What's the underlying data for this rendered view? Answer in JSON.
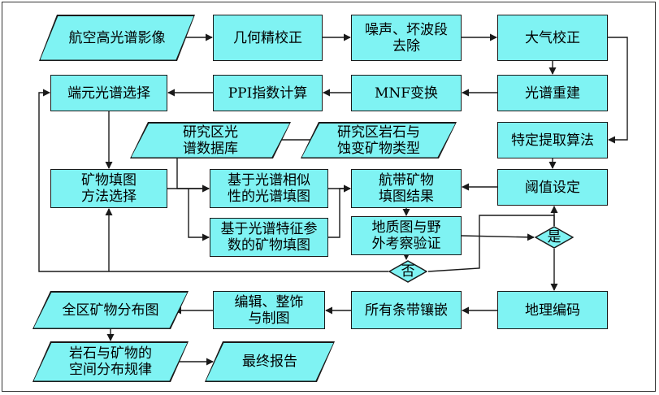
{
  "chart_data": {
    "type": "flowchart",
    "nodes": {
      "n1": "航空高光谱影像",
      "n2": "几何精校正",
      "n3": "噪声、坏波段\n去除",
      "n4": "大气校正",
      "n5": "光谱重建",
      "n6": "特定提取算法",
      "n7": "MNF变换",
      "n8": "PPI指数计算",
      "n9": "端元光谱选择",
      "n10": "研究区光\n谱数据库",
      "n11": "研究区岩石与\n蚀变矿物类型",
      "n12": "矿物填图\n方法选择",
      "n13": "基于光谱相似\n性的光谱填图",
      "n14": "基于光谱特征参\n数的矿物填图",
      "n15": "航带矿物\n填图结果",
      "n16": "阈值设定",
      "n17": "地质图与野\n外考察验证",
      "n18": "是",
      "n19": "否",
      "n20": "地理编码",
      "n21": "所有条带镶嵌",
      "n22": "编辑、整饰\n与制图",
      "n23": "全区矿物分布图",
      "n24": "岩石与矿物的\n空间分布规律",
      "n25": "最终报告"
    },
    "edges": [
      [
        "n1",
        "n2"
      ],
      [
        "n2",
        "n3"
      ],
      [
        "n3",
        "n4"
      ],
      [
        "n4",
        "n5"
      ],
      [
        "n4",
        "n6"
      ],
      [
        "n5",
        "n7"
      ],
      [
        "n7",
        "n8"
      ],
      [
        "n8",
        "n9"
      ],
      [
        "n9",
        "n12"
      ],
      [
        "n10",
        "n13"
      ],
      [
        "n11",
        "n10"
      ],
      [
        "n12",
        "n13"
      ],
      [
        "n12",
        "n14"
      ],
      [
        "n13",
        "n15"
      ],
      [
        "n14",
        "n15"
      ],
      [
        "n6",
        "n16"
      ],
      [
        "n16",
        "n15"
      ],
      [
        "n15",
        "n17"
      ],
      [
        "n17",
        "n18"
      ],
      [
        "n18",
        "n16"
      ],
      [
        "n18",
        "n20"
      ],
      [
        "n17",
        "n19"
      ],
      [
        "n19",
        "n9"
      ],
      [
        "n19",
        "n12"
      ],
      [
        "n20",
        "n21"
      ],
      [
        "n21",
        "n22"
      ],
      [
        "n22",
        "n23"
      ],
      [
        "n23",
        "n24"
      ],
      [
        "n24",
        "n25"
      ]
    ],
    "colors": {
      "fill": "#7ff3f3",
      "stroke": "#1a1a1a"
    }
  }
}
